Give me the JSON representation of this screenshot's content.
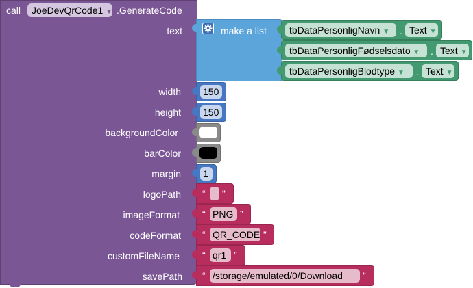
{
  "call_block": {
    "call_word": "call",
    "component": "JoeDevQrCode1",
    "method": ".GenerateCode",
    "colors": {
      "purple": "#7b5694",
      "purple_border": "#5f4173",
      "component_field": "#d5c6df"
    }
  },
  "params": {
    "text": "text",
    "width": "width",
    "height": "height",
    "backgroundColor": "backgroundColor",
    "barColor": "barColor",
    "margin": "margin",
    "logoPath": "logoPath",
    "imageFormat": "imageFormat",
    "codeFormat": "codeFormat",
    "customFileName": "customFileName",
    "savePath": "savePath"
  },
  "make_list": {
    "label": "make a list",
    "icon": "gear-icon",
    "items": [
      {
        "component": "tbDataPersonligNavn",
        "dot": ".",
        "property": "Text"
      },
      {
        "component": "tbDataPersonligFødselsdato",
        "dot": ".",
        "property": "Text"
      },
      {
        "component": "tbDataPersonligBlodtype",
        "dot": ".",
        "property": "Text"
      }
    ],
    "colors": {
      "list_blue": "#5ba5db",
      "component_green": "#439970",
      "field_green": "#c6e2d4"
    }
  },
  "values": {
    "width": "150",
    "height": "150",
    "margin": "1",
    "logoPath": "",
    "imageFormat": "PNG",
    "codeFormat": "QR_CODE",
    "customFileName": "qr1",
    "savePath": "/storage/emulated/0/Download",
    "backgroundColor": "#ffffff",
    "barColor": "#000000"
  },
  "quote_marks": {
    "open": "“",
    "close": "”"
  },
  "colors": {
    "math_blue": "#4677c2",
    "text_pink": "#b72e5e",
    "color_gray": "#8a8a8a"
  }
}
